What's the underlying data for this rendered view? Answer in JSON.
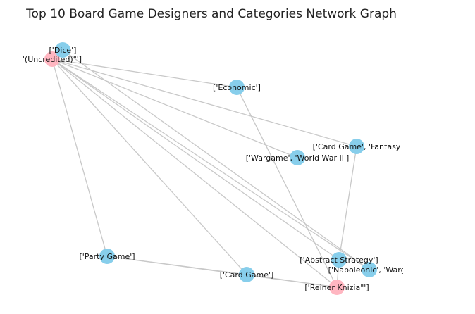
{
  "title": "Top 10 Board Game Designers and Categories Network Graph",
  "colors": {
    "designer": "#ffb6c1",
    "category": "#87ceeb",
    "edge": "#c8c8c8"
  },
  "nodes": [
    {
      "id": "uncredited",
      "type": "designer",
      "label": "'(Uncredited)\"']"
    },
    {
      "id": "knizia",
      "type": "designer",
      "label": "['Reiner Knizia\"']"
    },
    {
      "id": "dice",
      "type": "category",
      "label": "['Dice']"
    },
    {
      "id": "economic",
      "type": "category",
      "label": "['Economic']"
    },
    {
      "id": "cardfantasy",
      "type": "category",
      "label": "['Card Game', 'Fantasy"
    },
    {
      "id": "wargame_ww2",
      "type": "category",
      "label": "['Wargame', 'World War II']"
    },
    {
      "id": "party",
      "type": "category",
      "label": "['Party Game']"
    },
    {
      "id": "cardgame",
      "type": "category",
      "label": "['Card Game']"
    },
    {
      "id": "abstract",
      "type": "category",
      "label": "['Abstract Strategy']"
    },
    {
      "id": "napoleonic",
      "type": "category",
      "label": "['Napoleonic', 'Warga"
    }
  ],
  "edges": [
    [
      "uncredited",
      "economic"
    ],
    [
      "uncredited",
      "cardfantasy"
    ],
    [
      "uncredited",
      "wargame_ww2"
    ],
    [
      "uncredited",
      "party"
    ],
    [
      "uncredited",
      "cardgame"
    ],
    [
      "uncredited",
      "abstract"
    ],
    [
      "uncredited",
      "napoleonic"
    ],
    [
      "uncredited",
      "knizia"
    ],
    [
      "dice",
      "napoleonic"
    ],
    [
      "economic",
      "knizia"
    ],
    [
      "cardfantasy",
      "abstract"
    ],
    [
      "party",
      "cardgame"
    ],
    [
      "cardgame",
      "knizia"
    ],
    [
      "abstract",
      "knizia"
    ],
    [
      "party",
      "knizia"
    ]
  ]
}
